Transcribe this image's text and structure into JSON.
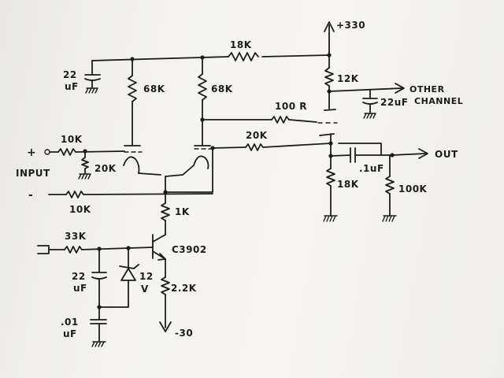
{
  "labels": {
    "supply_pos": "+330",
    "r_18k_top": "18K",
    "r_12k": "12K",
    "other_channel_1": "OTHER",
    "other_channel_2": "CHANNEL",
    "cap_22uf_right": "22uF",
    "cap_22_left": "22",
    "cap_uf_left": "uF",
    "r_68k_left": "68K",
    "r_68k_right": "68K",
    "r_100r": "100 R",
    "r_20k_feedback": "20K",
    "plus_sign": "+",
    "r_10k_plus": "10K",
    "r_20k_input": "20K",
    "input": "INPUT",
    "minus_sign": "-",
    "r_10k_minus": "10K",
    "r_1k": "1K",
    "r_33k": "33K",
    "transistor": "C3902",
    "cap_22_bot": "22",
    "cap_uf_bot": "uF",
    "zener_12": "12",
    "zener_v": "V",
    "r_2_2k": "2.2K",
    "cap_01": ".01",
    "cap_01_uf": "uF",
    "supply_neg": "-30",
    "r_18k_out": "18K",
    "cap_1uf": ".1uF",
    "r_100k": "100K",
    "out": "OUT"
  }
}
